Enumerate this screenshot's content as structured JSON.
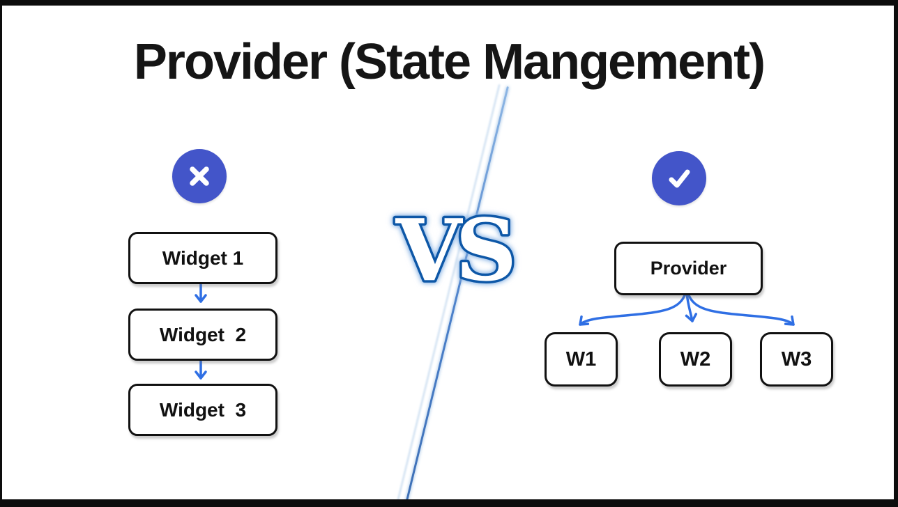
{
  "slide": {
    "title": "Provider (State Mangement)"
  },
  "vs": {
    "label": "VS"
  },
  "left_diagram": {
    "status_icon": "cross-circle-icon",
    "meaning": "without-provider",
    "nodes": [
      {
        "label": "Widget 1"
      },
      {
        "label": "Widget  2"
      },
      {
        "label": "Widget  3"
      }
    ]
  },
  "right_diagram": {
    "status_icon": "check-circle-icon",
    "meaning": "with-provider",
    "root": {
      "label": "Provider"
    },
    "children": [
      {
        "label": "W1"
      },
      {
        "label": "W2"
      },
      {
        "label": "W3"
      }
    ]
  },
  "colors": {
    "badge_blue": "#4355c9",
    "arrow_blue": "#2f6fe4",
    "vs_fill": "#ffffff",
    "vs_outline_blue": "#0d57a7",
    "beam_blue": "#4a7fc9",
    "box_border_black": "#111111",
    "frame_black": "#0d0d0d",
    "background_white": "#ffffff"
  }
}
